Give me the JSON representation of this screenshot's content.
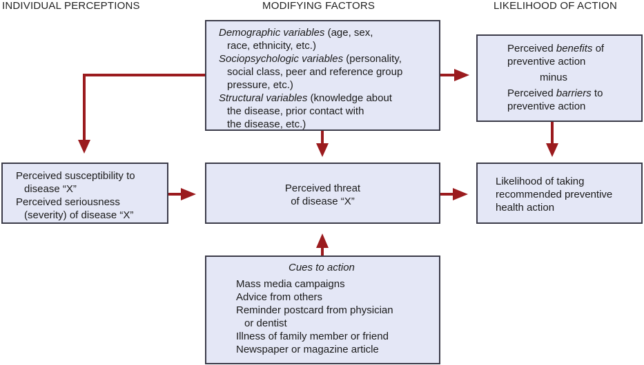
{
  "headers": {
    "individual_perceptions": "INDIVIDUAL PERCEPTIONS",
    "modifying_factors": "MODIFYING FACTORS",
    "likelihood_of_action": "LIKELIHOOD OF ACTION"
  },
  "modifying_factors_box": {
    "demographic_label": "Demographic variables",
    "demographic_text_1": " (age, sex,",
    "demographic_text_2": "race, ethnicity, etc.)",
    "sociopsych_label": "Sociopsychologic variables",
    "sociopsych_text_1": " (personality,",
    "sociopsych_text_2": "social class, peer and reference group",
    "sociopsych_text_3": "pressure, etc.)",
    "structural_label": "Structural variables",
    "structural_text_1": " (knowledge about",
    "structural_text_2": "the disease, prior contact with",
    "structural_text_3": "the disease, etc.)"
  },
  "benefits_box": {
    "benefits_prefix": "Perceived ",
    "benefits_word": "benefits",
    "benefits_suffix": " of",
    "benefits_line2": "preventive action",
    "minus": "minus",
    "barriers_prefix": "Perceived ",
    "barriers_word": "barriers",
    "barriers_suffix": " to",
    "barriers_line2": "preventive action"
  },
  "perceptions_box": {
    "line1": "Perceived susceptibility to",
    "line2": "disease “X”",
    "line3": "Perceived seriousness",
    "line4": "(severity) of disease “X”"
  },
  "threat_box": {
    "line1": "Perceived threat",
    "line2": "of disease “X”"
  },
  "likelihood_box": {
    "line1": "Likelihood of taking",
    "line2": "recommended preventive",
    "line3": "health action"
  },
  "cues_box": {
    "title": "Cues to action",
    "items": [
      "Mass media campaigns",
      "Advice from others",
      "Reminder postcard from physician",
      "or dentist",
      "Illness of family member or friend",
      "Newspaper or magazine article"
    ]
  },
  "colors": {
    "arrow": "#9b1b1e",
    "box_fill": "#e4e7f6",
    "box_border": "#3a3a48"
  }
}
